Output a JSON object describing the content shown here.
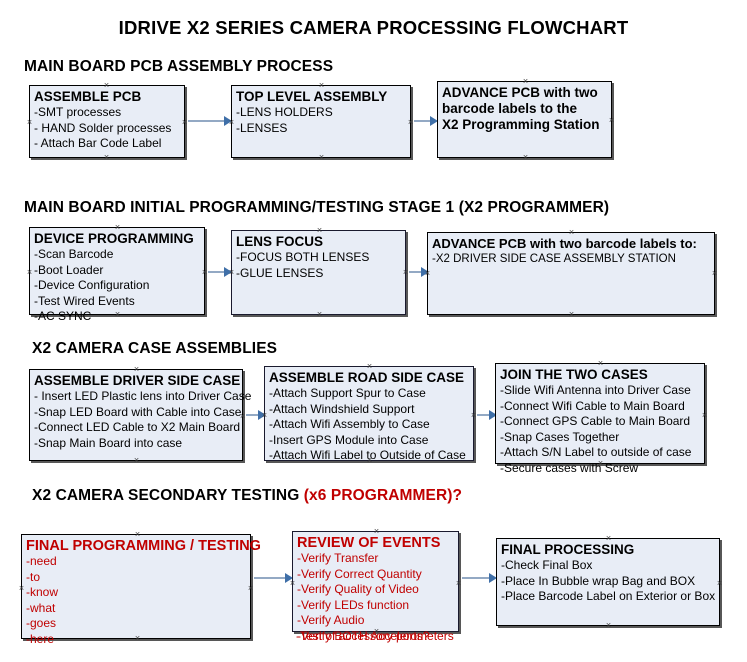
{
  "document": {
    "title": "IDRIVE X2  SERIES CAMERA PROCESSING FLOWCHART"
  },
  "colors": {
    "node_fill": "#e8edf6",
    "node_border": "#1a1a2e",
    "node_shadow": "#575757",
    "accent_red": "#c00000",
    "connector": "#93a9c4",
    "arrow": "#3f6fa8"
  },
  "sections": [
    {
      "id": "main-board-pcb-assembly",
      "heading": "MAIN BOARD PCB ASSEMBLY PROCESS",
      "heading_accent": "",
      "nodes": [
        {
          "id": "assemble-pcb",
          "title": "ASSEMBLE PCB",
          "lines": [
            "-SMT processes",
            "- HAND Solder processes",
            "- Attach Bar Code Label"
          ]
        },
        {
          "id": "top-level-assembly",
          "title": "TOP LEVEL ASSEMBLY",
          "lines": [
            "-LENS HOLDERS",
            "-LENSES"
          ]
        },
        {
          "id": "advance-pcb-programming-station",
          "title": "ADVANCE PCB with two",
          "lines": [
            "barcode labels to the",
            " X2 Programming Station"
          ]
        }
      ]
    },
    {
      "id": "main-board-initial-programming",
      "heading": "MAIN BOARD INITIAL PROGRAMMING/TESTING STAGE 1 (X2 PROGRAMMER)",
      "heading_accent": "",
      "nodes": [
        {
          "id": "device-programming",
          "title": "DEVICE PROGRAMMING",
          "lines": [
            "-Scan Barcode",
            "-Boot Loader",
            "-Device Configuration",
            "-Test Wired Events",
            "-AC SYNC"
          ]
        },
        {
          "id": "lens-focus",
          "title": "LENS FOCUS",
          "lines": [
            "-FOCUS BOTH LENSES",
            "-GLUE LENSES"
          ]
        },
        {
          "id": "advance-pcb-driver-side-case",
          "title": "ADVANCE PCB with two barcode labels to:",
          "lines": [
            "-X2 DRIVER  SIDE  CASE  ASSEMBLY STATION"
          ]
        }
      ]
    },
    {
      "id": "x2-camera-case-assemblies",
      "heading": "X2 CAMERA CASE ASSEMBLIES",
      "heading_accent": "",
      "nodes": [
        {
          "id": "assemble-driver-side-case",
          "title": "ASSEMBLE DRIVER SIDE CASE",
          "lines": [
            "- Insert LED Plastic lens into Driver Case",
            "-Snap LED Board with Cable into Case",
            "-Connect LED Cable to X2 Main Board",
            "-Snap Main Board into case"
          ]
        },
        {
          "id": "assemble-road-side-case",
          "title": "ASSEMBLE ROAD SIDE CASE",
          "lines": [
            "-Attach Support Spur to Case",
            "-Attach Windshield Support",
            "-Attach Wifi Assembly to Case",
            "-Insert GPS Module into Case",
            "-Attach Wifi Label to Outside of Case"
          ]
        },
        {
          "id": "join-the-two-cases",
          "title": "JOIN THE TWO CASES",
          "lines": [
            "-Slide Wifi Antenna into Driver Case",
            "-Connect Wifi Cable to Main Board",
            "-Connect GPS Cable to Main Board",
            "-Snap Cases Together",
            "-Attach S/N Label to outside of case",
            "-Secure cases with Screw"
          ]
        }
      ]
    },
    {
      "id": "x2-camera-secondary-testing",
      "heading": "X2 CAMERA SECONDARY TESTING ",
      "heading_accent": "(x6 PROGRAMMER)?",
      "nodes": [
        {
          "id": "final-programming-testing",
          "title": "FINAL PROGRAMMING / TESTING",
          "lines": [
            "-need",
            "-to",
            "-know",
            "-what",
            "-goes",
            "-here"
          ]
        },
        {
          "id": "review-of-events",
          "title": "REVIEW OF EVENTS",
          "lines": [
            "-Verify Transfer",
            "-Verify Correct Quantity",
            "-Verify Quality of Video",
            "-Verify LEDs function",
            "-Verify Audio",
            "-Verify BOTH Accelerometers"
          ],
          "overflow_line": "-Test of accessory ports?"
        },
        {
          "id": "final-processing",
          "title": "FINAL PROCESSING",
          "lines": [
            " -Check Final Box",
            "-Place In Bubble wrap Bag and BOX",
            "-Place Barcode Label on Exterior or Box"
          ]
        }
      ]
    }
  ]
}
